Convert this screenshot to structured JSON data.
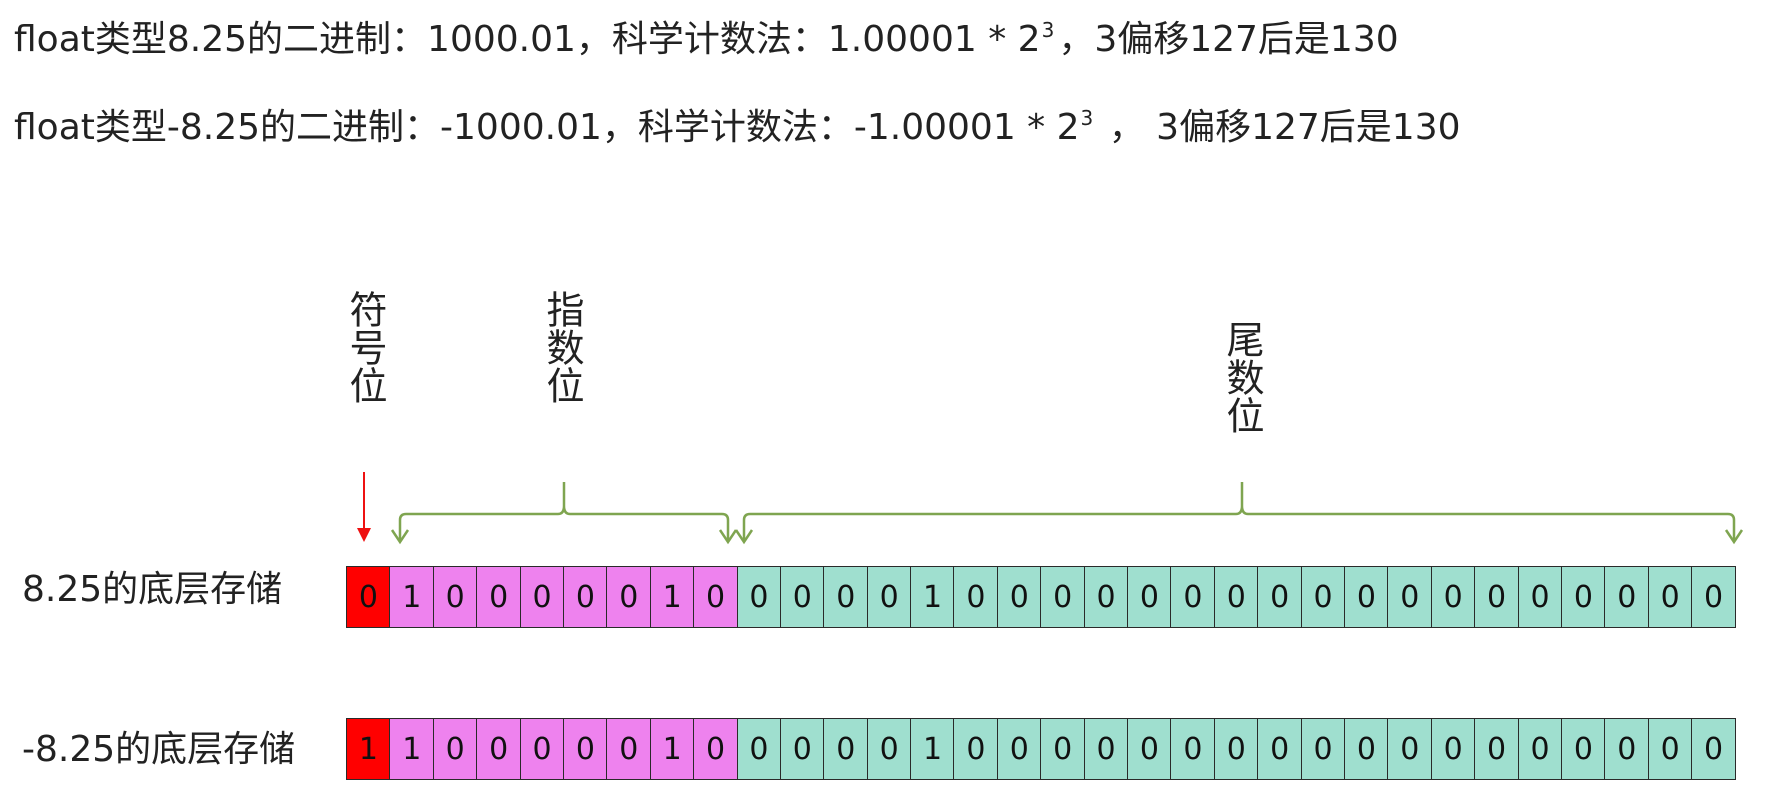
{
  "colors": {
    "sign": "#ff0000",
    "exponent": "#ee82ee",
    "mantissa": "#9fdfcf",
    "brace": "#7fa550",
    "arrow": "#ee1111"
  },
  "header": {
    "line1": {
      "prefix": "float类型8.25的二进制：1000.01，科学计数法：1.00001 * 2",
      "exp": "3",
      "suffix": "，3偏移127后是130"
    },
    "line2": {
      "prefix": "float类型-8.25的二进制：-1000.01，科学计数法：-1.00001 * 2",
      "exp": "3",
      "suffix": " ， 3偏移127后是130"
    }
  },
  "labels": {
    "sign": "符号位",
    "exponent": "指数位",
    "mantissa": "尾数位"
  },
  "rows": [
    {
      "label": "8.25的底层存储",
      "bits": [
        "0",
        "1",
        "0",
        "0",
        "0",
        "0",
        "0",
        "1",
        "0",
        "0",
        "0",
        "0",
        "0",
        "1",
        "0",
        "0",
        "0",
        "0",
        "0",
        "0",
        "0",
        "0",
        "0",
        "0",
        "0",
        "0",
        "0",
        "0",
        "0",
        "0",
        "0",
        "0"
      ]
    },
    {
      "label": "-8.25的底层存储",
      "bits": [
        "1",
        "1",
        "0",
        "0",
        "0",
        "0",
        "0",
        "1",
        "0",
        "0",
        "0",
        "0",
        "0",
        "1",
        "0",
        "0",
        "0",
        "0",
        "0",
        "0",
        "0",
        "0",
        "0",
        "0",
        "0",
        "0",
        "0",
        "0",
        "0",
        "0",
        "0",
        "0"
      ]
    }
  ]
}
